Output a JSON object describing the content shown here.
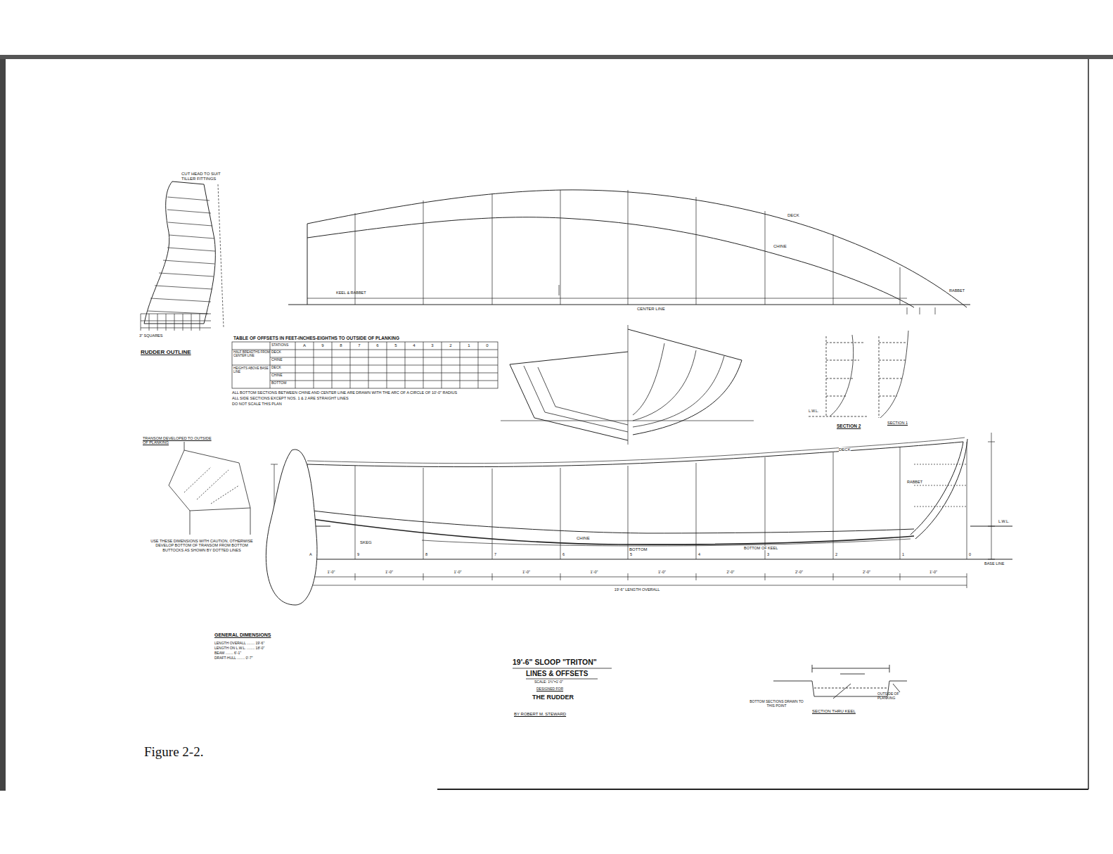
{
  "diagram": {
    "title": "19'-6\" SLOOP \"TRITON\"",
    "caption": "Figure 2-2.",
    "labels": [
      "CUT HEAD TO SUIT TILLER FITTINGS",
      "3\" SQUARES",
      "RUDDER OUTLINE",
      "TABLE OF OFFSETS IN FEET-INCHES-EIGHTHS TO OUTSIDE OF PLANKING",
      "STATIONS",
      "A",
      "9",
      "8",
      "7",
      "6",
      "5",
      "4",
      "3",
      "2",
      "1",
      "0",
      "HALF BREADTHS FROM CENTER LINE",
      "DECK",
      "CHINE",
      "HEIGHTS ABOVE BASE LINE",
      "DECK",
      "CHINE",
      "BOTTOM",
      "ALL BOTTOM SECTIONS BETWEEN CHINE AND CENTER LINE ARE DRAWN WITH THE ARC OF A CIRCLE OF 10'-0\" RADIUS",
      "ALL SIDE SECTIONS EXCEPT NOS. 1 & 2 ARE STRAIGHT LINES",
      "DO NOT SCALE THIS PLAN",
      "DECK",
      "CHINE",
      "KEEL & RABBET",
      "CENTER LINE",
      "RABBET",
      "SECTION 2",
      "SECTION 1",
      "L.W.L.",
      "TRANSOM DEVELOPED TO OUTSIDE OF PLANKING",
      "USE THESE DIMENSIONS WITH CAUTION, OTHERWISE DEVELOP BOTTOM OF TRANSOM FROM BOTTOM BUTTOCKS AS SHOWN BY DOTTED LINES",
      "DECK",
      "RABBET",
      "CHINE",
      "SKEG",
      "BOTTOM",
      "BOTTOM OF KEEL",
      "L.W.L.",
      "BASE LINE",
      "A",
      "9",
      "8",
      "7",
      "6",
      "5",
      "4",
      "3",
      "2",
      "1",
      "0",
      "1'-0\"",
      "1'-0\"",
      "1'-0\"",
      "1'-0\"",
      "1'-0\"",
      "1'-0\"",
      "2'-0\"",
      "2'-0\"",
      "2'-0\"",
      "1'-0\"",
      "19'-6\" LENGTH OVERALL",
      "GENERAL DIMENSIONS",
      "LENGTH OVERALL ........ 19'-6\"",
      "LENGTH ON L.W.L. ........ 18'-0\"",
      "BEAM ........ 6'-1\"",
      "DRAFT-HULL ........ 0'-7\"",
      "LINES & OFFSETS",
      "SCALE: 1½\"=1'-0\"",
      "DESIGNED FOR",
      "THE RUDDER",
      "BY ROBERT M. STEWARD",
      "BOTTOM SECTIONS DRAWN TO THIS POINT",
      "OUTSIDE OF PLANKING",
      "SECTION THRU KEEL"
    ]
  }
}
